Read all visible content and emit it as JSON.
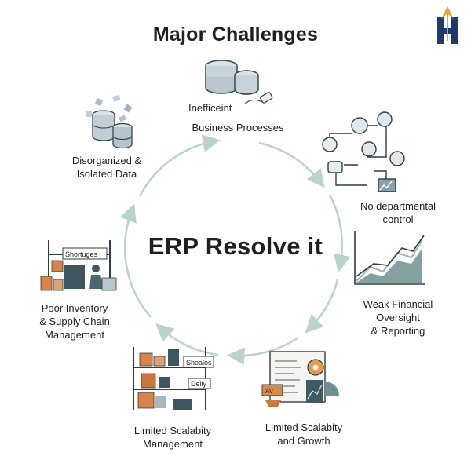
{
  "title": "Major Challenges",
  "center_text": "ERP Resolve it",
  "challenges": [
    {
      "lines": [
        "Inefficeint",
        "Business Processes"
      ]
    },
    {
      "lines": [
        "No departmental",
        "control"
      ]
    },
    {
      "lines": [
        "Weak Financial",
        "Oversight",
        "& Reporting"
      ]
    },
    {
      "lines": [
        "Limited Scalabity",
        "and Growth"
      ]
    },
    {
      "lines": [
        "Limited Scalabity",
        "Management"
      ]
    },
    {
      "lines": [
        "Poor Inventory",
        "& Supply Chain",
        "Management"
      ]
    },
    {
      "lines": [
        "Disorganized &",
        "Isolated Data"
      ]
    }
  ],
  "icon_text": {
    "shortages_sign": "Shortuges",
    "shelf_sign": "Shoalos",
    "delay_sign": "Delly",
    "av_sign": "AV"
  },
  "colors": {
    "arrow": "#b9d3c8",
    "accent_teal": "#3f5f66",
    "accent_orange": "#d98a4a",
    "logo_navy": "#1e3a6e",
    "logo_orange": "#f0a030"
  }
}
